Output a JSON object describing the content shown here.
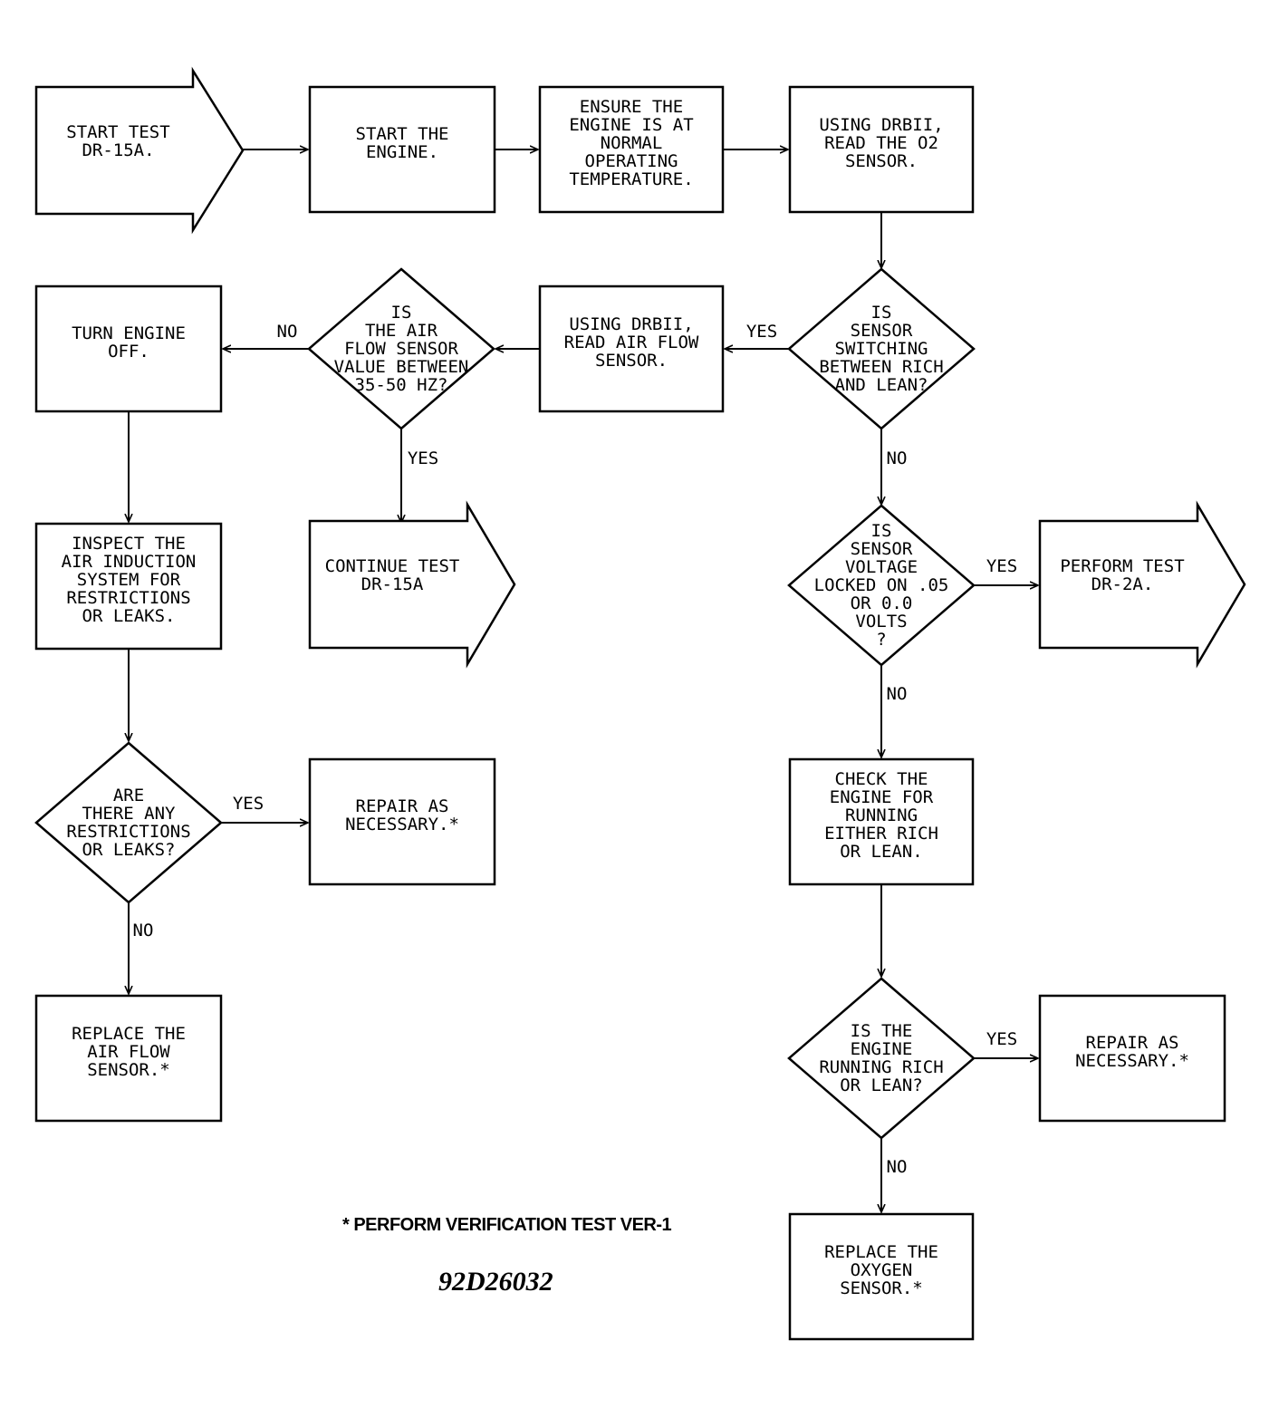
{
  "diagram": {
    "nodes": {
      "start_test": {
        "type": "arrow",
        "lines": [
          "START TEST",
          "DR-15A."
        ]
      },
      "start_engine": {
        "type": "box",
        "lines": [
          "START THE",
          "ENGINE."
        ]
      },
      "ensure_temp": {
        "type": "box",
        "lines": [
          "ENSURE THE",
          "ENGINE IS AT",
          "NORMAL",
          "OPERATING",
          "TEMPERATURE."
        ]
      },
      "read_o2": {
        "type": "box",
        "lines": [
          "USING DRBII,",
          "READ THE O2",
          "SENSOR."
        ]
      },
      "q_switching": {
        "type": "decision",
        "lines": [
          "IS",
          "SENSOR",
          "SWITCHING",
          "BETWEEN RICH",
          "AND LEAN?"
        ]
      },
      "read_airflow": {
        "type": "box",
        "lines": [
          "USING DRBII,",
          "READ AIR FLOW",
          "SENSOR."
        ]
      },
      "q_airflow": {
        "type": "decision",
        "lines": [
          "IS",
          "THE AIR",
          "FLOW SENSOR",
          "VALUE BETWEEN",
          "35-50 HZ?"
        ]
      },
      "turn_off": {
        "type": "box",
        "lines": [
          "TURN ENGINE",
          "OFF."
        ]
      },
      "continue_test": {
        "type": "arrow",
        "lines": [
          "CONTINUE TEST",
          "DR-15A"
        ]
      },
      "inspect_air": {
        "type": "box",
        "lines": [
          "INSPECT THE",
          "AIR INDUCTION",
          "SYSTEM FOR",
          "RESTRICTIONS",
          "OR LEAKS."
        ]
      },
      "q_restrictions": {
        "type": "decision",
        "lines": [
          "ARE",
          "THERE ANY",
          "RESTRICTIONS",
          "OR LEAKS?"
        ]
      },
      "repair_1": {
        "type": "box",
        "lines": [
          "REPAIR AS",
          "NECESSARY.*"
        ]
      },
      "replace_airflow": {
        "type": "box",
        "lines": [
          "REPLACE THE",
          "AIR FLOW",
          "SENSOR.*"
        ]
      },
      "q_locked": {
        "type": "decision",
        "lines": [
          "IS",
          "SENSOR",
          "VOLTAGE",
          "LOCKED ON .05",
          "OR 0.0",
          "VOLTS",
          "?"
        ]
      },
      "perform_test": {
        "type": "arrow",
        "lines": [
          "PERFORM TEST",
          "DR-2A."
        ]
      },
      "check_engine": {
        "type": "box",
        "lines": [
          "CHECK THE",
          "ENGINE FOR",
          "RUNNING",
          "EITHER RICH",
          "OR LEAN."
        ]
      },
      "q_running": {
        "type": "decision",
        "lines": [
          "IS THE",
          "ENGINE",
          "RUNNING RICH",
          "OR LEAN?"
        ]
      },
      "repair_2": {
        "type": "box",
        "lines": [
          "REPAIR AS",
          "NECESSARY.*"
        ]
      },
      "replace_o2": {
        "type": "box",
        "lines": [
          "REPLACE THE",
          "OXYGEN",
          "SENSOR.*"
        ]
      }
    },
    "edges": [
      {
        "from": "start_test",
        "to": "start_engine",
        "label": ""
      },
      {
        "from": "start_engine",
        "to": "ensure_temp",
        "label": ""
      },
      {
        "from": "ensure_temp",
        "to": "read_o2",
        "label": ""
      },
      {
        "from": "read_o2",
        "to": "q_switching",
        "label": ""
      },
      {
        "from": "q_switching",
        "to": "read_airflow",
        "label": "YES"
      },
      {
        "from": "read_airflow",
        "to": "q_airflow",
        "label": ""
      },
      {
        "from": "q_airflow",
        "to": "turn_off",
        "label": "NO"
      },
      {
        "from": "q_airflow",
        "to": "continue_test",
        "label": "YES"
      },
      {
        "from": "turn_off",
        "to": "inspect_air",
        "label": ""
      },
      {
        "from": "inspect_air",
        "to": "q_restrictions",
        "label": ""
      },
      {
        "from": "q_restrictions",
        "to": "repair_1",
        "label": "YES"
      },
      {
        "from": "q_restrictions",
        "to": "replace_airflow",
        "label": "NO"
      },
      {
        "from": "q_switching",
        "to": "q_locked",
        "label": "NO"
      },
      {
        "from": "q_locked",
        "to": "perform_test",
        "label": "YES"
      },
      {
        "from": "q_locked",
        "to": "check_engine",
        "label": "NO"
      },
      {
        "from": "check_engine",
        "to": "q_running",
        "label": ""
      },
      {
        "from": "q_running",
        "to": "repair_2",
        "label": "YES"
      },
      {
        "from": "q_running",
        "to": "replace_o2",
        "label": "NO"
      }
    ]
  },
  "footnote": "* PERFORM VERIFICATION TEST VER-1",
  "figure_id": "92D26032"
}
